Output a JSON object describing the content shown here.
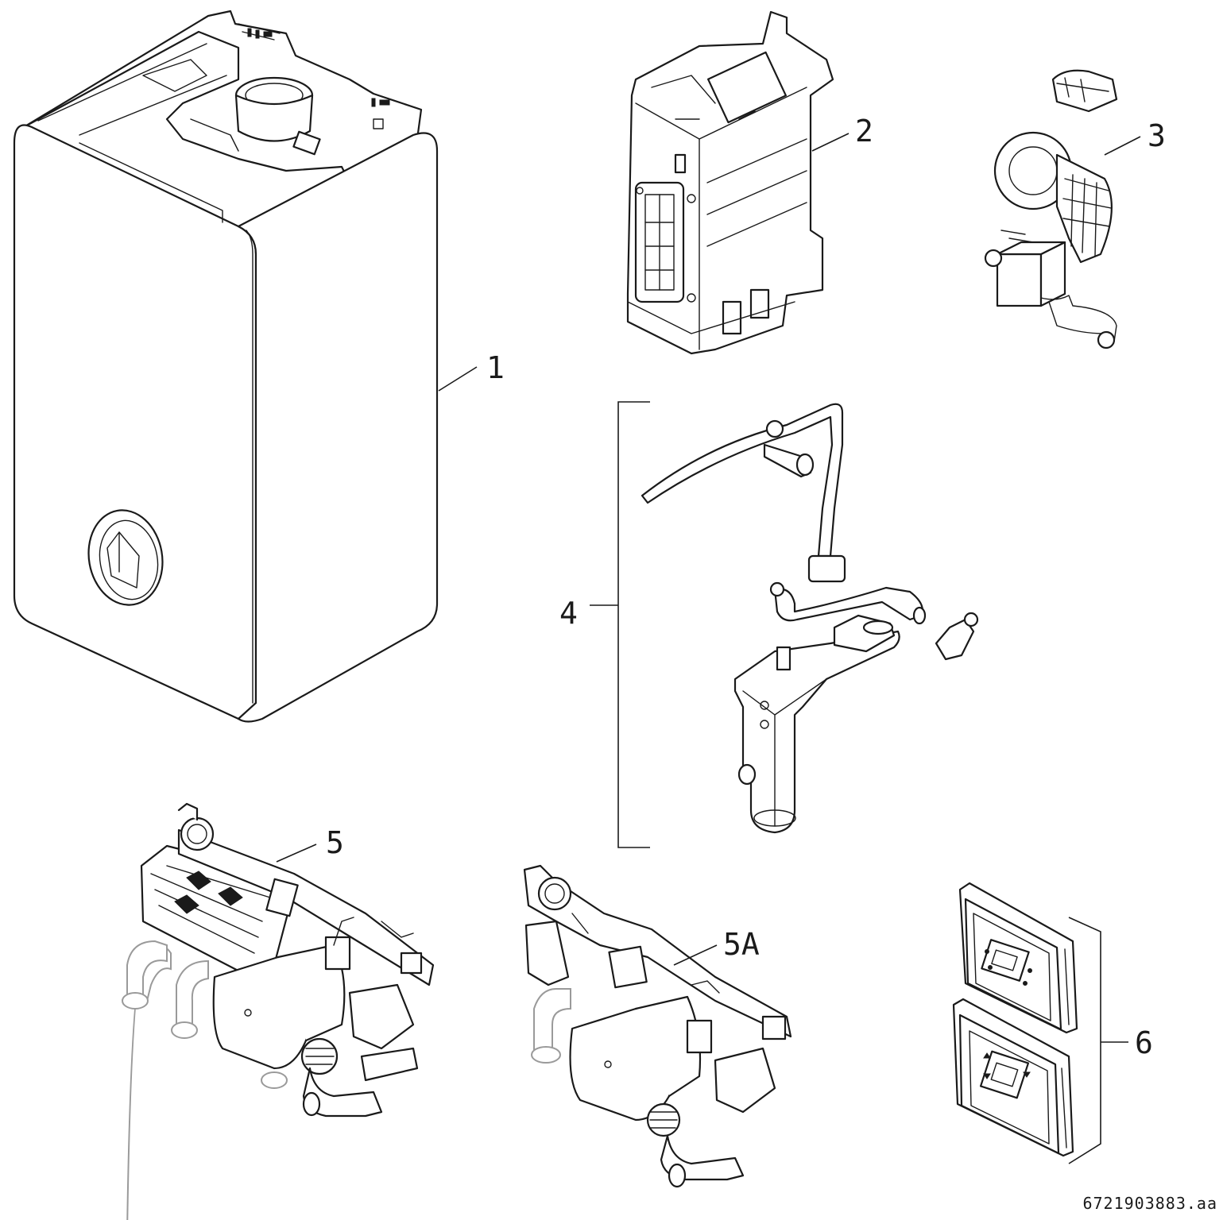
{
  "callouts": {
    "c1": "1",
    "c2": "2",
    "c3": "3",
    "c4": "4",
    "c5": "5",
    "c5a": "5A",
    "c6": "6"
  },
  "document_id": "6721903883.aa",
  "colors": {
    "line": "#1a1a1a",
    "ghost": "#9a9a9a",
    "background": "#ffffff"
  }
}
